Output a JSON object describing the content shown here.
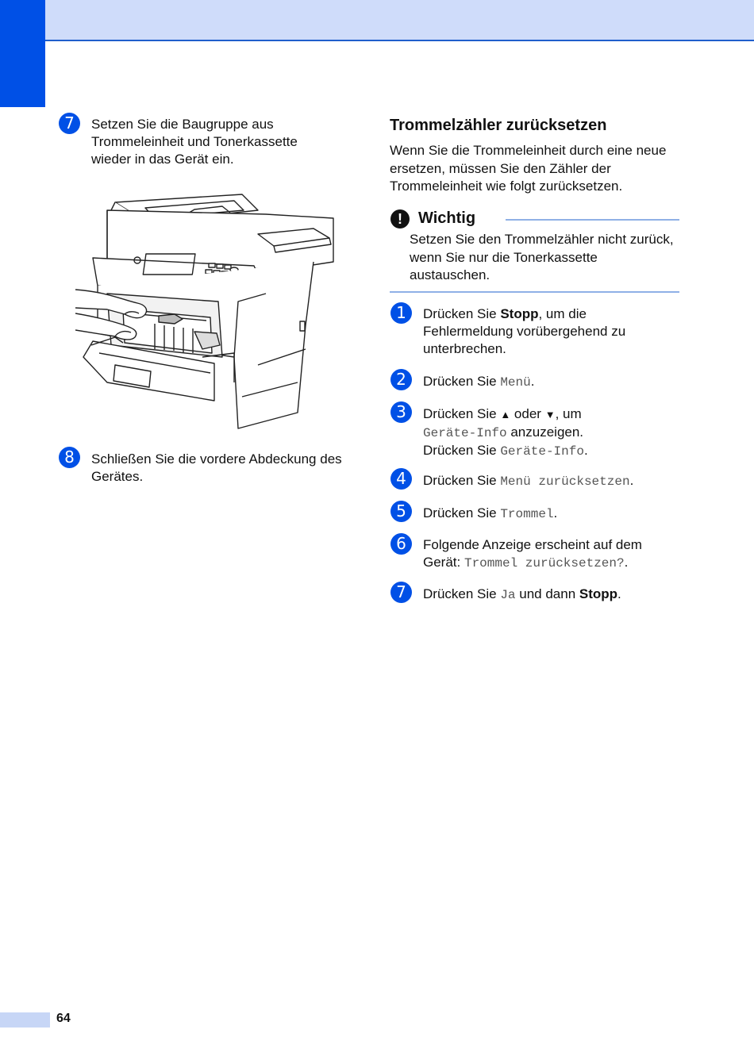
{
  "left_steps": [
    {
      "number": "7",
      "text": "Setzen Sie die Baugruppe aus Trommeleinheit und Tonerkassette wieder in das Gerät ein."
    },
    {
      "number": "8",
      "text": "Schließen Sie die vordere Abdeckung des Gerätes."
    }
  ],
  "section": {
    "title": "Trommelzähler zurücksetzen",
    "intro": "Wenn Sie die Trommeleinheit durch eine neue ersetzen, müssen Sie den Zähler der Trommeleinheit wie folgt zurücksetzen."
  },
  "important": {
    "icon": "exclamation-icon",
    "icon_glyph": "!",
    "title": "Wichtig",
    "text": "Setzen Sie den Trommelzähler nicht zurück, wenn Sie nur die Tonerkassette austauschen."
  },
  "right_steps": [
    {
      "number": "1",
      "prefix": "Drücken Sie ",
      "bold": "Stopp",
      "suffix": ", um die Fehlermeldung vorübergehend zu unterbrechen."
    },
    {
      "number": "2",
      "prefix": "Drücken Sie ",
      "mono": "Menü",
      "suffix": "."
    },
    {
      "number": "3",
      "prefix": "Drücken Sie ",
      "up_arrow": "▲",
      "middle": " oder ",
      "down_arrow": "▼",
      "after_arrows": ", um",
      "mono1": "Geräte-Info",
      "line2_suffix": " anzuzeigen.",
      "line3_prefix": "Drücken Sie ",
      "mono2": "Geräte-Info",
      "line3_suffix": "."
    },
    {
      "number": "4",
      "prefix": "Drücken Sie ",
      "mono": "Menü zurücksetzen",
      "suffix": "."
    },
    {
      "number": "5",
      "prefix": "Drücken Sie ",
      "mono": "Trommel",
      "suffix": "."
    },
    {
      "number": "6",
      "line1": "Folgende Anzeige erscheint auf dem",
      "prefix": "Gerät: ",
      "mono": "Trommel zurücksetzen?",
      "suffix": "."
    },
    {
      "number": "7",
      "prefix": "Drücken Sie ",
      "mono": "Ja",
      "middle": " und dann ",
      "bold": "Stopp",
      "suffix": "."
    }
  ],
  "page_number": "64",
  "colors": {
    "accent": "#0050e6",
    "band": "#cfdcfa",
    "rule": "#8fb0e6"
  }
}
